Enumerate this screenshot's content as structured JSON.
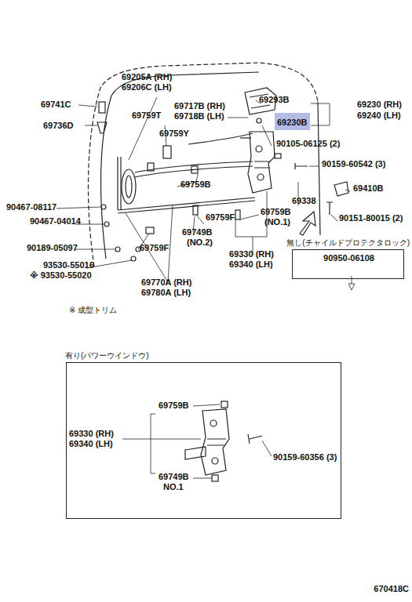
{
  "diagram": {
    "nodes": [
      {
        "text": [
          "無し(チャイルドプロテクタロック)",
          "90950-06108"
        ]
      },
      {
        "text": [
          "有り(パワーウインドウ)"
        ]
      },
      {
        "text": [
          "69230B"
        ]
      }
    ],
    "labels": [
      "69205A (RH)",
      "69206C (LH)",
      "69741C",
      "69717B (RH)",
      "69718B (LH)",
      "69759T",
      "69293B",
      "69230 (RH)",
      "69240 (LH)",
      "69736D",
      "90105-06125 (2)",
      "69759Y",
      "90159-60542 (3)",
      "69759B",
      "90467-08117",
      "69338",
      "69410B",
      "90467-04014",
      "69759F",
      "69759B",
      "(NO.1)",
      "90151-80015 (2)",
      "69749B",
      "(NO.2)",
      "90189-05097",
      "69759F",
      "69330 (RH)",
      "69340 (LH)",
      "93530-55016",
      "※ 93530-55020",
      "69770A (RH)",
      "69780A (LH)",
      "※ 成型トリム",
      "69759B",
      "69330 (RH)",
      "69340 (LH)",
      "90159-60356 (3)",
      "69749B",
      "NO.1",
      "670418C"
    ]
  }
}
